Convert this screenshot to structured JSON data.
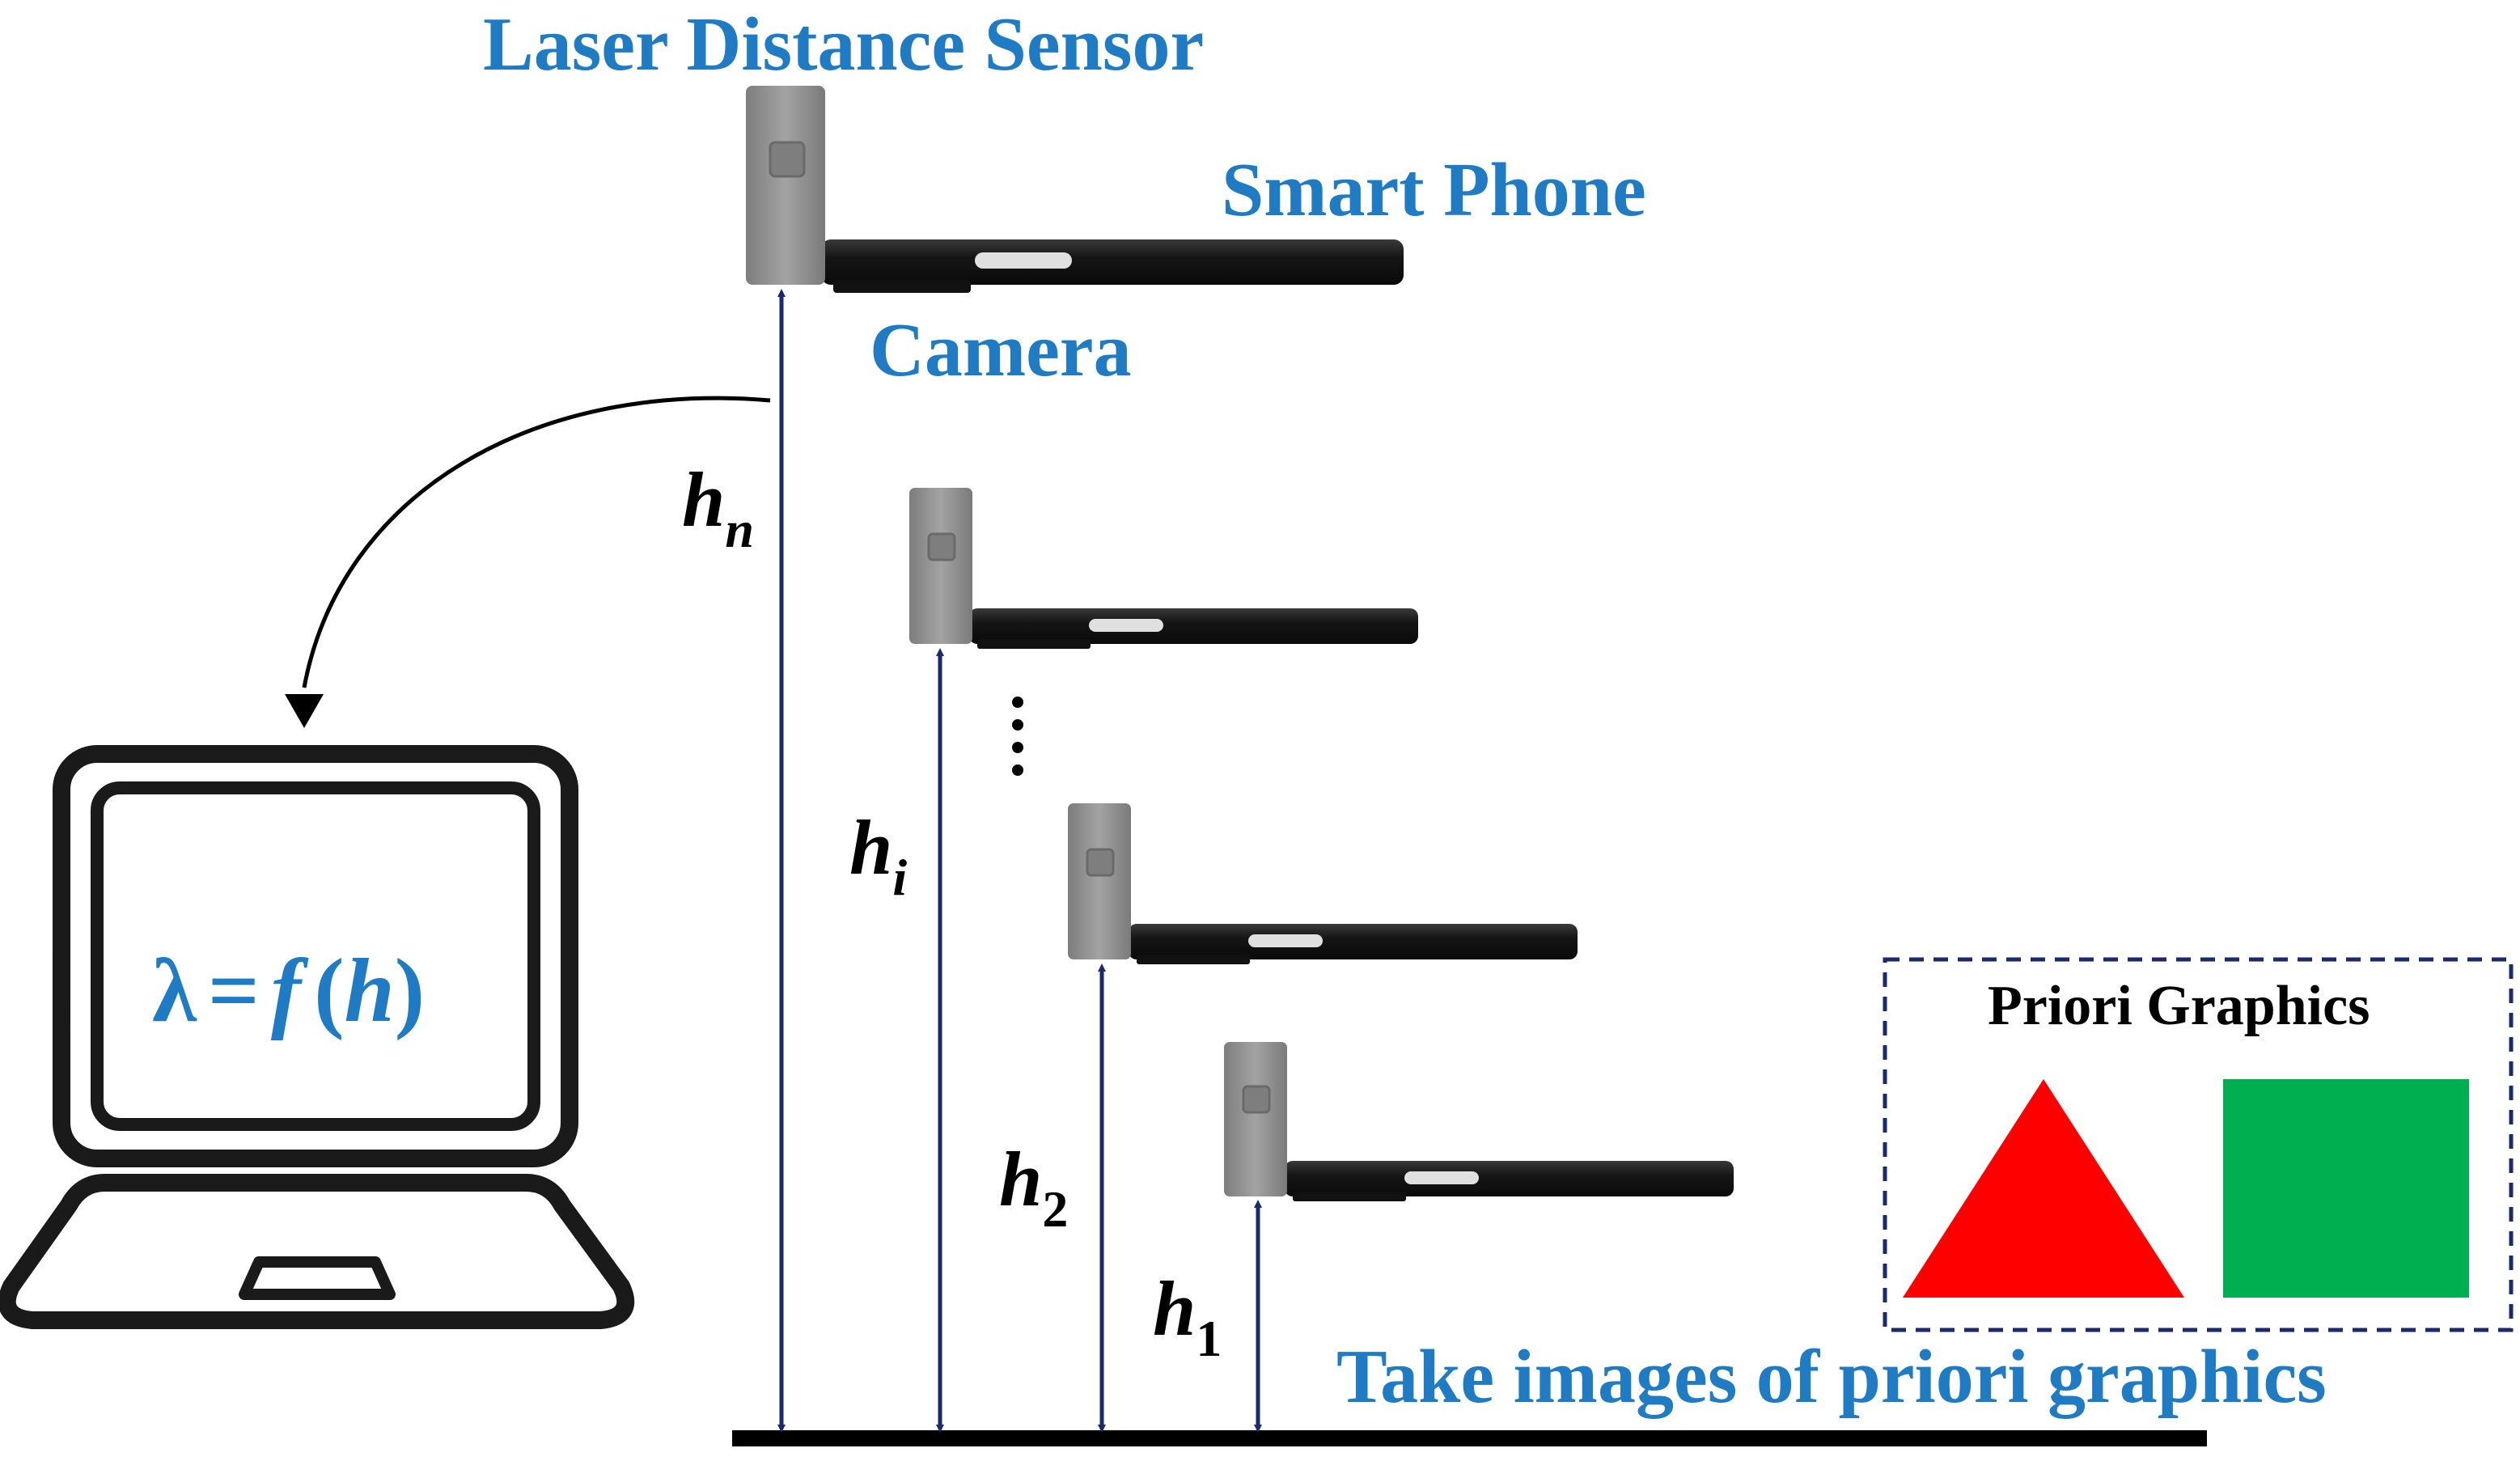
{
  "labels": {
    "laser_sensor": "Laser Distance Sensor",
    "smart_phone": "Smart Phone",
    "camera": "Camera",
    "take_images": "Take images of priori graphics",
    "priori_graphics": "Priori Graphics"
  },
  "heights": [
    {
      "base": "h",
      "sub": "n"
    },
    {
      "base": "h",
      "sub": "i"
    },
    {
      "base": "h",
      "sub": "2"
    },
    {
      "base": "h",
      "sub": "1"
    }
  ],
  "formula": {
    "lambda": "λ",
    "equals": "=",
    "func": "f",
    "open": "(",
    "arg": "h",
    "close": ")"
  },
  "ellipsis": "⋮",
  "colors": {
    "label_blue": "#1f7bc4",
    "arrow_navy": "#1a2a6c",
    "triangle_red": "#ff0000",
    "square_green": "#00b050",
    "sensor_gray": "#8c8c8c",
    "phone_black": "#1a1a1a"
  },
  "icons": [
    "laptop-icon",
    "curved-arrow-icon"
  ]
}
